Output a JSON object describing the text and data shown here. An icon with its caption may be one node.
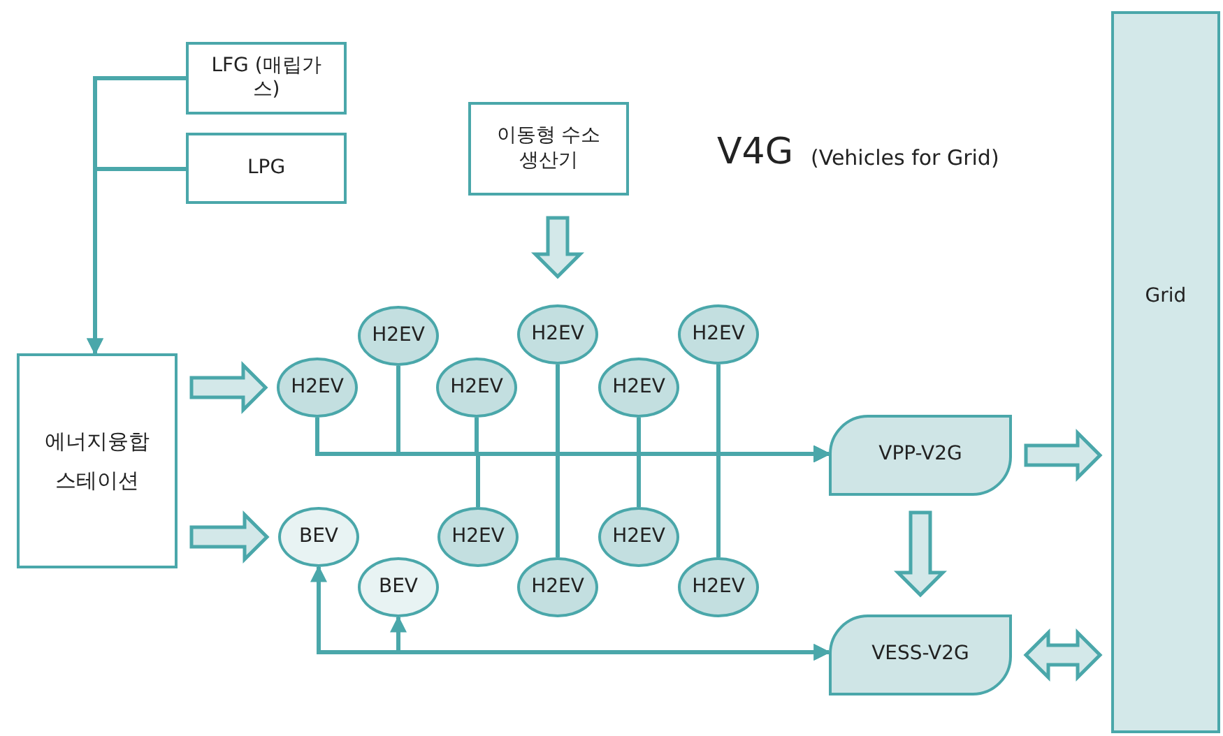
{
  "diagram": {
    "nodes": [
      {
        "text": [
          "LFG (매립가스)"
        ]
      },
      {
        "text": [
          "LPG"
        ]
      },
      {
        "text": [
          "이동형 수소생산기"
        ]
      },
      {
        "text": [
          "에너지융합 스테이션"
        ]
      },
      {
        "text": [
          "H2EV"
        ]
      },
      {
        "text": [
          "H2EV"
        ]
      },
      {
        "text": [
          "H2EV"
        ]
      },
      {
        "text": [
          "H2EV"
        ]
      },
      {
        "text": [
          "H2EV"
        ]
      },
      {
        "text": [
          "H2EV"
        ]
      },
      {
        "text": [
          "BEV"
        ]
      },
      {
        "text": [
          "H2EV"
        ]
      },
      {
        "text": [
          "H2EV"
        ]
      },
      {
        "text": [
          "BEV"
        ]
      },
      {
        "text": [
          "H2EV"
        ]
      },
      {
        "text": [
          "H2EV"
        ]
      },
      {
        "text": [
          "VPP-V2G"
        ]
      },
      {
        "text": [
          "VESS-V2G"
        ]
      },
      {
        "text": [
          "Grid"
        ]
      }
    ],
    "edges": [
      {
        "from": 0,
        "to": 3,
        "arrow": "to"
      },
      {
        "from": 1,
        "to": 3,
        "arrow": "to"
      },
      {
        "from": 2,
        "to": null,
        "arrow": "to",
        "style": "thick"
      },
      {
        "from": 3,
        "to": 7,
        "arrow": "to",
        "style": "thick"
      },
      {
        "from": 3,
        "to": 10,
        "arrow": "to",
        "style": "thick"
      },
      {
        "from": 4,
        "to": 16,
        "arrow": "to"
      },
      {
        "from": 5,
        "to": 16,
        "arrow": "to"
      },
      {
        "from": 6,
        "to": 16,
        "arrow": "to"
      },
      {
        "from": 7,
        "to": 16,
        "arrow": "to"
      },
      {
        "from": 8,
        "to": 16,
        "arrow": "to"
      },
      {
        "from": 9,
        "to": 16,
        "arrow": "to"
      },
      {
        "from": 11,
        "to": 16,
        "arrow": "to"
      },
      {
        "from": 12,
        "to": 16,
        "arrow": "to"
      },
      {
        "from": 14,
        "to": 16,
        "arrow": "to"
      },
      {
        "from": 15,
        "to": 16,
        "arrow": "to"
      },
      {
        "from": 17,
        "to": 10,
        "arrow": "both"
      },
      {
        "from": 17,
        "to": 13,
        "arrow": "both"
      },
      {
        "from": 16,
        "to": 18,
        "arrow": "to",
        "style": "thick"
      },
      {
        "from": 16,
        "to": 17,
        "arrow": "to",
        "style": "thick"
      },
      {
        "from": 17,
        "to": 18,
        "arrow": "both",
        "style": "thick"
      }
    ],
    "labels": [
      "V4G",
      "(Vehicles for Grid)"
    ]
  }
}
